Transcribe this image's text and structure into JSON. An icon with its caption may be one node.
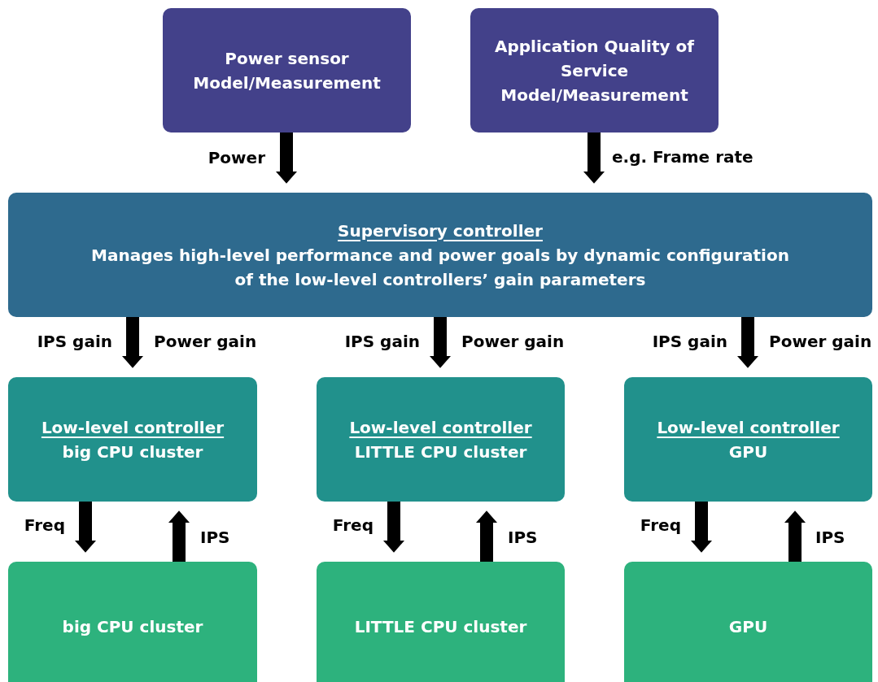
{
  "diagram": {
    "nodes": [
      {
        "text": [
          "Power sensor Model/Measurement"
        ]
      },
      {
        "text": [
          "Application Quality of Service Model/Measurement"
        ]
      },
      {
        "text": [
          "Supervisory controller",
          "Manages high-level performance and power goals by dynamic configuration of the low-level controllers’ gain parameters"
        ]
      },
      {
        "text": [
          "Low-level controller",
          "big CPU cluster"
        ]
      },
      {
        "text": [
          "Low-level controller",
          "LITTLE CPU cluster"
        ]
      },
      {
        "text": [
          "Low-level controller",
          "GPU"
        ]
      },
      {
        "text": [
          "big CPU cluster"
        ]
      },
      {
        "text": [
          "LITTLE CPU cluster"
        ]
      },
      {
        "text": [
          "GPU"
        ]
      }
    ],
    "edges": [
      {
        "from": 0,
        "to": 2,
        "arrow": "to",
        "label": "Power"
      },
      {
        "from": 1,
        "to": 2,
        "arrow": "to",
        "label": "e.g. Frame rate"
      },
      {
        "from": 2,
        "to": 3,
        "arrow": "to"
      },
      {
        "from": 2,
        "to": 4,
        "arrow": "to"
      },
      {
        "from": 2,
        "to": 5,
        "arrow": "to"
      },
      {
        "from": 3,
        "to": 6,
        "arrow": "to",
        "label": "Freq"
      },
      {
        "from": 6,
        "to": 3,
        "arrow": "to",
        "label": "IPS"
      },
      {
        "from": 4,
        "to": 7,
        "arrow": "to",
        "label": "Freq"
      },
      {
        "from": 7,
        "to": 4,
        "arrow": "to",
        "label": "IPS"
      },
      {
        "from": 5,
        "to": 8,
        "arrow": "to",
        "label": "Freq"
      },
      {
        "from": 8,
        "to": 5,
        "arrow": "to",
        "label": "IPS"
      }
    ],
    "labels": [
      "IPS gain",
      "Power gain",
      "IPS gain",
      "Power gain",
      "IPS gain",
      "Power gain"
    ]
  }
}
